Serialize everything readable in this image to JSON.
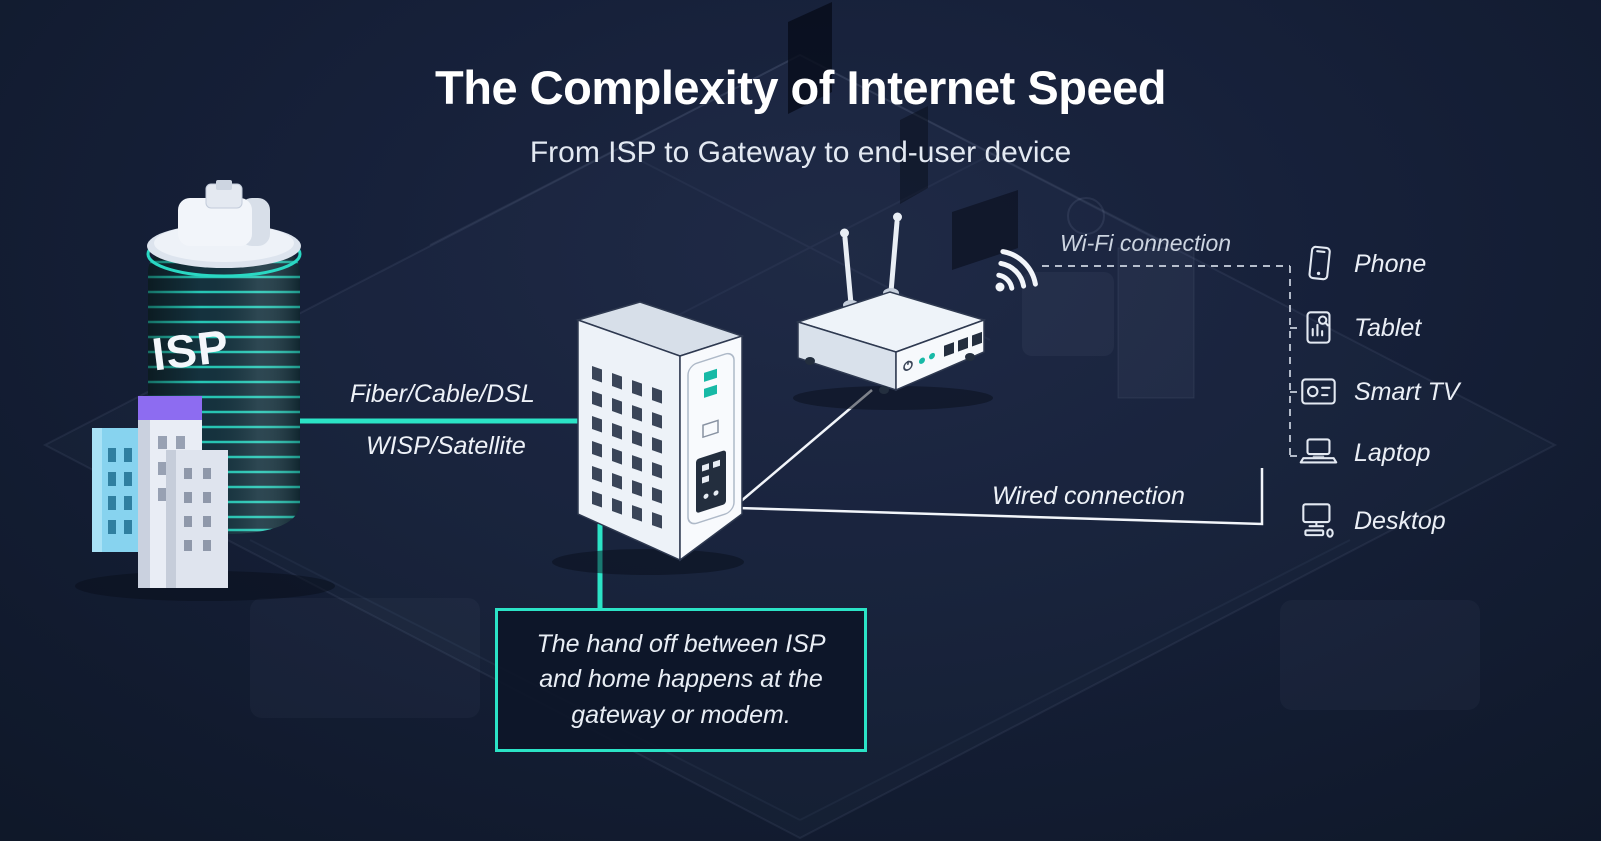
{
  "header": {
    "title": "The Complexity of Internet Speed",
    "subtitle": "From ISP to Gateway to end-user device"
  },
  "isp": {
    "label": "ISP"
  },
  "connections": {
    "isp_to_gateway": {
      "label_top": "Fiber/Cable/DSL",
      "label_bottom": "WISP/Satellite"
    },
    "wifi": {
      "label": "Wi-Fi connection"
    },
    "wired": {
      "label": "Wired connection"
    }
  },
  "callout": {
    "text": "The hand off between ISP and home happens at the gateway or modem."
  },
  "devices": [
    {
      "label": "Phone"
    },
    {
      "label": "Tablet"
    },
    {
      "label": "Smart TV"
    },
    {
      "label": "Laptop"
    },
    {
      "label": "Desktop"
    }
  ],
  "colors": {
    "background": "#131d33",
    "accent": "#2be3c6",
    "text": "#ffffff"
  }
}
